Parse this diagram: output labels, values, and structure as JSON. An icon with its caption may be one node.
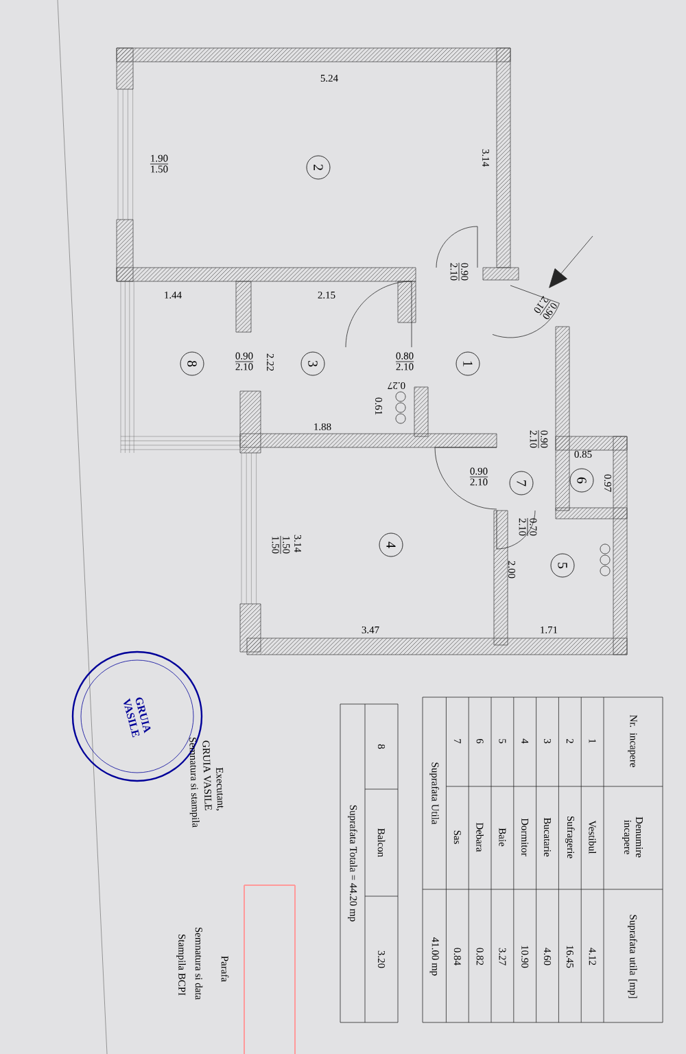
{
  "diagram": {
    "nodes": [
      {
        "text": [
          "2"
        ]
      },
      {
        "text": [
          "8"
        ]
      },
      {
        "text": [
          "3"
        ]
      },
      {
        "text": [
          "1"
        ]
      },
      {
        "text": [
          "7"
        ]
      },
      {
        "text": [
          "6"
        ]
      },
      {
        "text": [
          "4"
        ]
      },
      {
        "text": [
          "5"
        ]
      }
    ],
    "edges": [],
    "labels": [
      "5.24",
      "3.14",
      "1.90",
      "1.50",
      "0.90",
      "2.10",
      "0.90",
      "2.10",
      "1.44",
      "2.15",
      "0.90",
      "2.10",
      "2.22",
      "0.80",
      "2.10",
      "0.27",
      "0.61",
      "1.88",
      "0.90",
      "2.10",
      "0.90",
      "2.10",
      "0.85",
      "0.97",
      "0.70",
      "2.10",
      "2.00",
      "3.14",
      "1.50",
      "1.50",
      "3.47",
      "1.71",
      "Nr. incapere",
      "Denumire incapere",
      "Suprafata utila [mp]",
      "1",
      "Vestibul",
      "4.12",
      "2",
      "Sufragerie",
      "16.45",
      "3",
      "Bucatarie",
      "4.60",
      "4",
      "Dormitor",
      "10.90",
      "5",
      "Baie",
      "3.27",
      "6",
      "Debara",
      "0.82",
      "7",
      "Sas",
      "0.84",
      "Suprafata Utila",
      "41.00 mp",
      "8",
      "Balcon",
      "3.20",
      "Suprafata Totala = 44.20 mp",
      "GRUIA VASILE",
      "Executant,",
      "GRUIA VASILE",
      "Semnatura si stampila",
      "Parafa",
      "Semnatura si data",
      "Stampila BCPI"
    ]
  }
}
